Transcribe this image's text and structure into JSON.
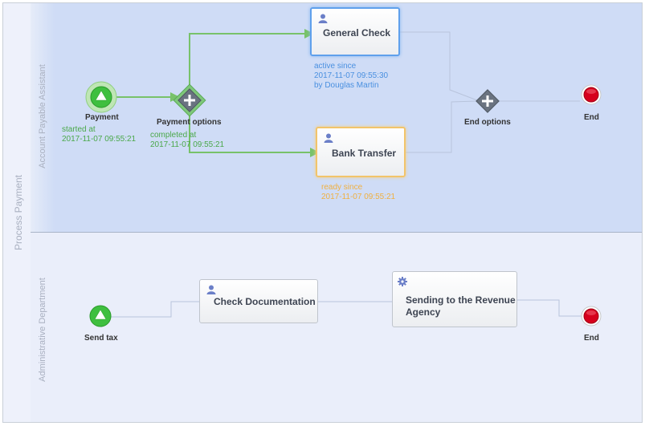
{
  "pool": {
    "name": "Process Payment"
  },
  "lanes": [
    {
      "name": "Account Payable Assistant"
    },
    {
      "name": "Administrative Department"
    }
  ],
  "nodes": {
    "payment": {
      "label": "Payment",
      "note_title": "started at",
      "note_time": "2017-11-07 09:55:21"
    },
    "payment_options": {
      "label": "Payment options",
      "note_title": "completed at",
      "note_time": "2017-11-07 09:55:21"
    },
    "general_check": {
      "label": "General Check",
      "note_title": "active since",
      "note_time": "2017-11-07 09:55:30",
      "note_user": "by Douglas Martin",
      "icon": "user-icon"
    },
    "bank_transfer": {
      "label": "Bank Transfer",
      "note_title": "ready since",
      "note_time": "2017-11-07 09:55:21",
      "icon": "user-icon"
    },
    "end_options": {
      "label": "End options"
    },
    "end1": {
      "label": "End"
    },
    "send_tax": {
      "label": "Send tax"
    },
    "check_documentation": {
      "label": "Check Documentation",
      "icon": "user-icon"
    },
    "sending_revenue": {
      "label": "Sending to the Revenue Agency",
      "icon": "gear-icon"
    },
    "end2": {
      "label": "End"
    }
  },
  "colors": {
    "active": "#5fa0ec",
    "ready": "#f2c46a",
    "completed": "#4aa84a",
    "end": "#d6001c"
  }
}
